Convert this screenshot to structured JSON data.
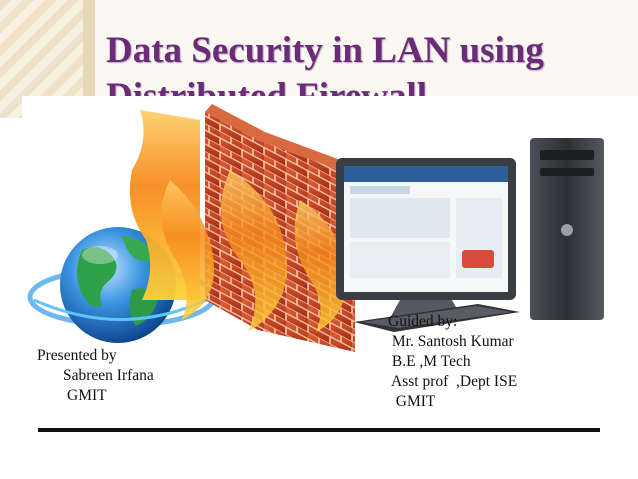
{
  "slide": {
    "title_line1": "Data Security in LAN using",
    "title_line2": "Distributed Firewall"
  },
  "presenter": {
    "label": "Presented  by",
    "name": "Sabreen Irfana",
    "institution": "GMIT"
  },
  "guide": {
    "label": "Guided by:",
    "name": " Mr. Santosh Kumar",
    "degree": " B.E ,M Tech",
    "position": " Asst prof  ,Dept ISE",
    "institution": "  GMIT"
  },
  "colors": {
    "title": "#6b2b79",
    "brick": "#c7411f",
    "flame": "#f08a1c",
    "globe": "#1f73c9"
  },
  "icons": [
    "globe-icon",
    "firewall-icon",
    "computer-icon"
  ]
}
